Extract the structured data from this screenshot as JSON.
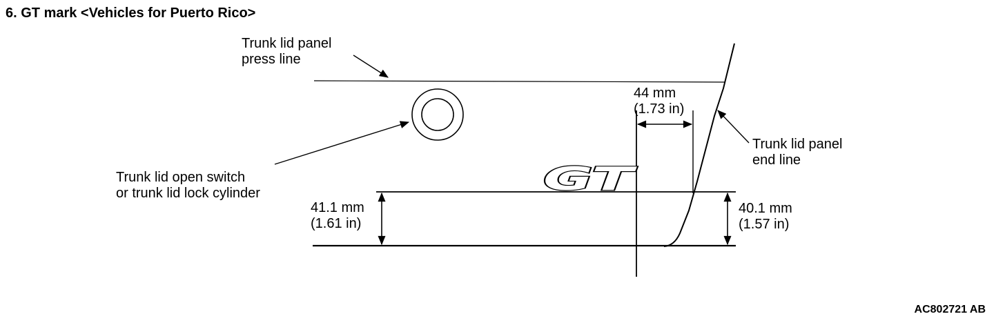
{
  "heading": "6. GT mark <Vehicles for Puerto Rico>",
  "labels": {
    "press_line": [
      "Trunk lid panel",
      "press line"
    ],
    "switch": [
      "Trunk lid open switch",
      "or trunk lid lock cylinder"
    ],
    "end_line": [
      "Trunk lid panel",
      "end line"
    ],
    "dim_44": [
      "44 mm",
      "(1.73 in)"
    ],
    "dim_41": [
      "41.1 mm",
      "(1.61 in)"
    ],
    "dim_40": [
      "40.1 mm",
      "(1.57 in)"
    ]
  },
  "badge_text": "GT",
  "figure_code": "AC802721 AB"
}
